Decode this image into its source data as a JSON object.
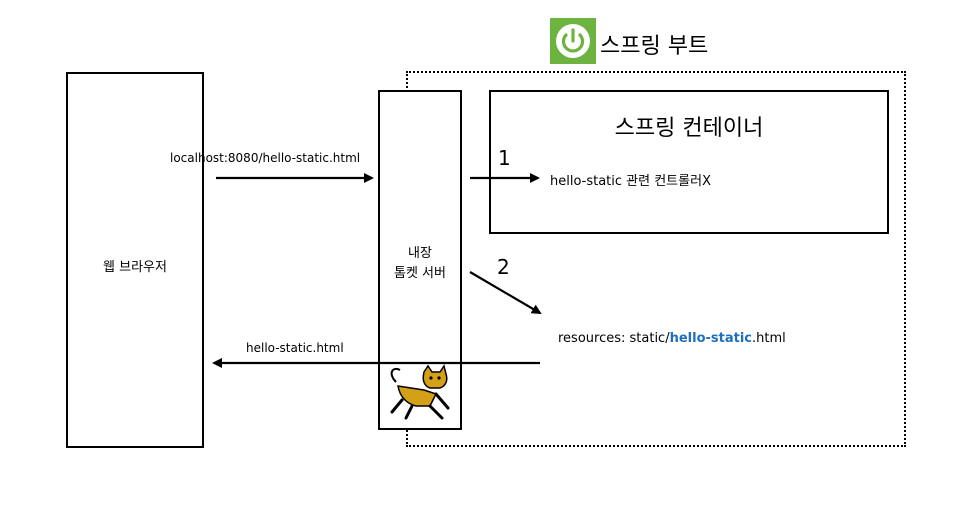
{
  "spring_boot": {
    "title": "스프링 부트",
    "logo_icon": "spring-power-icon",
    "logo_color": "#6db33f"
  },
  "browser": {
    "label": "웹 브라우저"
  },
  "tomcat": {
    "label_line1": "내장",
    "label_line2": "톰켓 서버",
    "icon": "tomcat-cat-icon"
  },
  "container": {
    "title": "스프링 컨테이너",
    "controller_label": "hello-static 관련 컨트롤러X"
  },
  "arrows": {
    "request_label": "localhost:8080/hello-static.html",
    "response_label": "hello-static.html",
    "step1": "1",
    "step2": "2"
  },
  "resources": {
    "prefix": "resources: static/",
    "highlight": "hello-static",
    "suffix": ".html",
    "highlight_color": "#1e6fbf"
  }
}
